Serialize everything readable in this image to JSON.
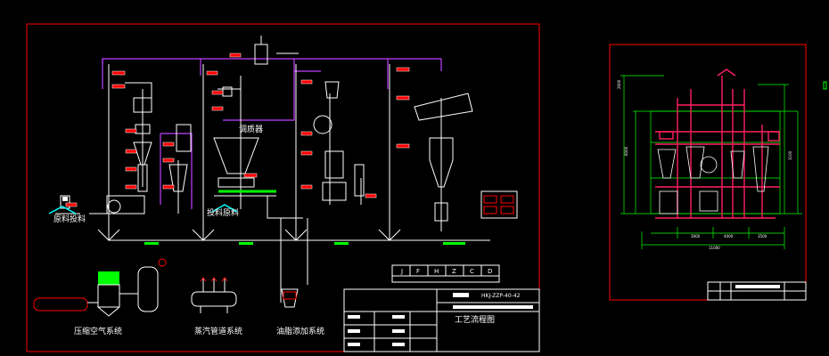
{
  "process_sheet": {
    "labels": {
      "raw_material": "原料投料",
      "feed_material": "投料原料",
      "compressed_air_system": "压缩空气系统",
      "steam_pipe_system": "蒸汽管道系统",
      "oil_add_system": "油脂添加系统",
      "pelletizer": "调质器"
    },
    "title_block": {
      "drawing_no": "HKJ-ZZP-40-42",
      "drawing_title": "工艺流程图",
      "revision_headers": [
        "J",
        "F",
        "H",
        "Z",
        "C",
        "D"
      ]
    }
  },
  "elevation_sheet": {
    "dimensions": {
      "overall_width": "11000",
      "bay_a": "3000",
      "bay_b": "4000",
      "bay_c": "3500",
      "left_h1": "2600",
      "left_h2": "6000",
      "right_h": "3100"
    }
  },
  "colors": {
    "frame": "#ff0000",
    "pipe_white": "#ffffff",
    "pipe_magenta": "#c040ff",
    "equipment_green": "#00ff00",
    "structure_red": "#ff2060",
    "cyan": "#00ffff",
    "yellow": "#ffff00"
  }
}
